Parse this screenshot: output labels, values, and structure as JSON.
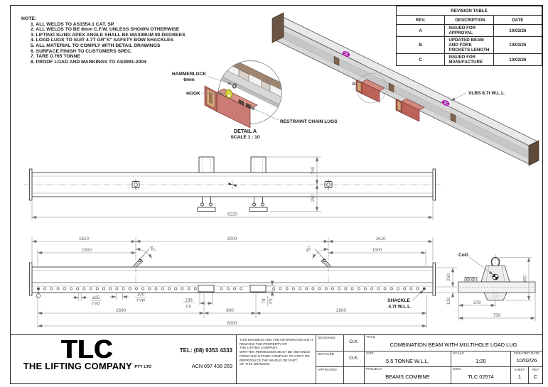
{
  "notes": {
    "heading": "NOTE:",
    "items": [
      "1. ALL WELDS TO AS1554.1 CAT. SP.",
      "2. ALL WELDS TO BE 8mm C.F.W. UNLESS SHOWN OTHERWISE",
      "3. LIFTING SLING APEX ANGLE SHALL BE MAXIMUM 90 DEGREES",
      "4. LOAD LUGS TO SUIT 4.7T GR\"S\" SAFETY BOW SHACKLES",
      "5. ALL MATERIAL TO COMPLY WITH DETAIL DRAWINGS",
      "6. SURFACE FINISH TO CUSTOMERS SPEC.",
      "7. TARE 0.765 TONNE",
      "8. PROOF LOAD AND MARKINGS TO AS4991-2004"
    ]
  },
  "revision_table": {
    "title": "REVISION TABLE",
    "col_rev": "REV.",
    "col_description": "DESCRIPTION",
    "col_date": "DATE",
    "rows": [
      {
        "rev": "A",
        "description": "ISSUED FOR APPROVAL",
        "date": "10/02/26"
      },
      {
        "rev": "B",
        "description": "UPDATED BEAM AND FORK POCKETS LENGTH",
        "date": "10/02/26"
      },
      {
        "rev": "C",
        "description": "ISSUED FOR MANUFACTURE",
        "date": "10/02/26"
      }
    ]
  },
  "iso_view": {
    "detail_marker": "A",
    "vlbs_label": "VLBS 6.7t W.L.L."
  },
  "detail_a": {
    "hammerlock": "HAMMERLOCK",
    "hammerlock_size": "6mm",
    "hook": "HOOK",
    "restraint": "RESTRAINT CHAIN LUGS",
    "caption": "DETAIL A",
    "scale": "SCALE 1 : 10"
  },
  "plan_view": {
    "offset_top": "250",
    "offset_bottom": "250",
    "overall": "6220"
  },
  "elevation": {
    "left_1610": "1610",
    "center_3000": "3000",
    "right_1610": "1610",
    "left_1500": "1500",
    "right_1500": "1500",
    "angle_left": "45°",
    "angle_right": "45°",
    "hole_dia": "⌀25",
    "hole_dia_typ": "TYP",
    "hole_pitch": "100",
    "hole_pitch_typ": "TYP",
    "pocket_width": "188",
    "pocket_width_is": "I/S",
    "pocket_height": "78",
    "pocket_height_is": "I/S",
    "left_2600": "2600",
    "center_800": "800",
    "right_2600": "2600",
    "overall_6000": "6000",
    "height_260": "260",
    "height_100": "100",
    "shackle_line1": "SHACKLE",
    "shackle_line2": "4.7t W.L.L."
  },
  "end_view": {
    "cog": "CoG",
    "dim_378": "378",
    "dim_756": "756",
    "dim_460": "460"
  },
  "title_block": {
    "logo": "TLC",
    "company": "THE LIFTING COMPANY",
    "company_suffix": "PTY LTD",
    "tel": "TEL: (08) 9353 4333",
    "acn": "ACN 097 438 269",
    "property_lines": [
      "THIS DRAWING AND THE INFORMATION ON IT",
      "REMAINS THE PROPERTY OF",
      "THE LIFTING COMPANY.",
      "WRITTEN PERMISSION MUST BE OBTAINED",
      "FROM THE LIFTING COMPANY TO COPY OR",
      "REPRODUCE THE WHOLE OR PART",
      "OF THIS DRAWING."
    ],
    "designed_label": "DESIGNED",
    "designed_value": "O.K.",
    "detailed_label": "DETAILED",
    "detailed_value": "O.K.",
    "approved_label": "APPROVED",
    "approved_value": "",
    "title_label": "TITLE",
    "title_value": "COMBINATION BEAM WITH MULTIHOLE LOAD LUG",
    "size_label": "SIZE",
    "size_value": "5.5 TONNE W.L.L.",
    "scale_label": "SCALE",
    "scale_value": "1:20",
    "created_label": "CREATED DATE",
    "created_value": "10/02/26",
    "project_label": "PROJECT",
    "project_value": "BEAMS COMBINE",
    "dwg_label": "DWG",
    "dwg_value": "TLC 02574",
    "sheet_label": "SHEET",
    "sheet_value": "1",
    "rev_label": "REV",
    "rev_value": "C"
  },
  "colors": {
    "pocket_red": "#bd6258",
    "shackle_magenta": "#c11ec1",
    "hook_yellow": "#d8d542",
    "end_cap_brown": "#6a5444",
    "beam_gray": "#d9d9d9"
  }
}
